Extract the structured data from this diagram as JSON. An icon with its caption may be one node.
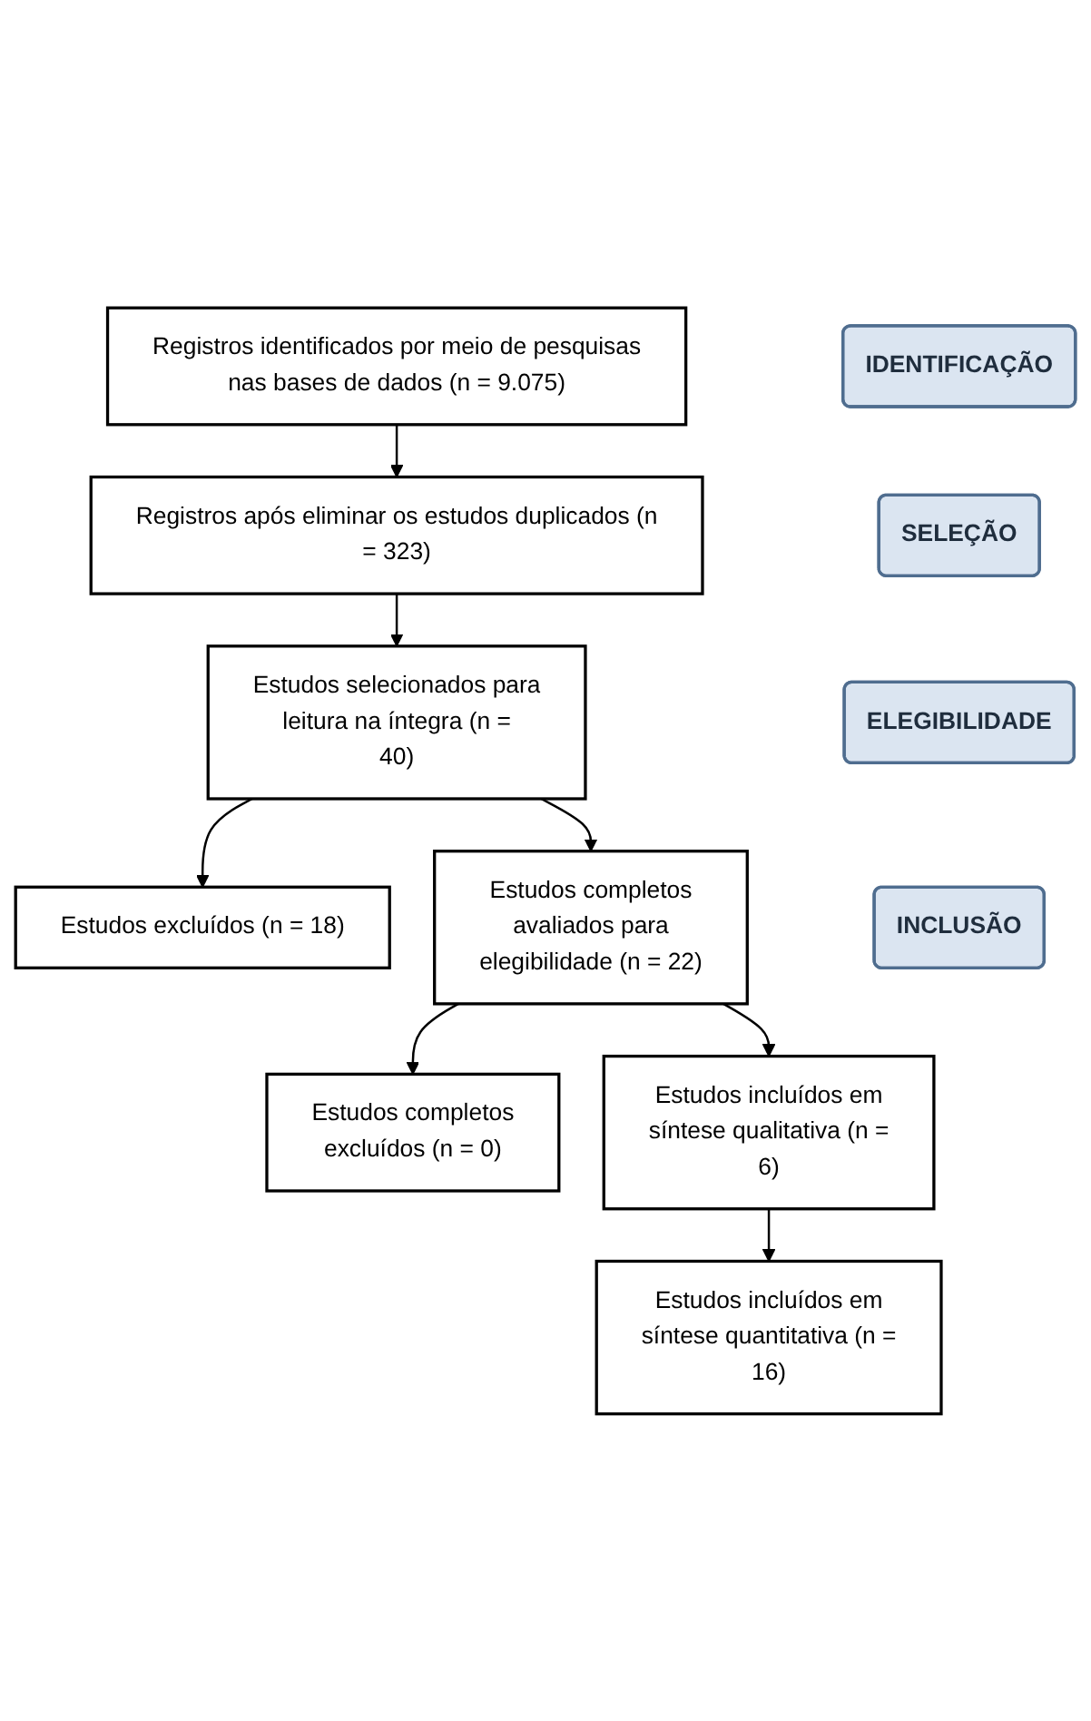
{
  "diagram": {
    "nodes": [
      {
        "text": [
          "IDENTIFICAÇÃO"
        ]
      },
      {
        "text": [
          "Registros identificados por meio de pesquisas nas bases de dados (n = 9.075)"
        ]
      },
      {
        "text": [
          "Registros após eliminar os estudos duplicados (n = 323)"
        ]
      },
      {
        "text": [
          "SELEÇÃO"
        ]
      },
      {
        "text": [
          "Estudos selecionados para leitura na íntegra (n = 40)"
        ]
      },
      {
        "text": [
          "Estudos excluídos (n = 18)"
        ]
      },
      {
        "text": [
          "ELEGIBILIDADE"
        ]
      },
      {
        "text": [
          "Estudos completos avaliados para elegibilidade (n = 22)"
        ]
      },
      {
        "text": [
          "Estudos completos excluídos (n = 0)"
        ]
      },
      {
        "text": [
          "INCLUSÃO"
        ]
      },
      {
        "text": [
          "Estudos incluídos em síntese qualitativa (n = 6)"
        ]
      },
      {
        "text": [
          "Estudos incluídos em síntese quantitativa (n = 16)"
        ]
      }
    ],
    "edges": [
      {
        "from": 1,
        "to": 2,
        "arrow": "to"
      },
      {
        "from": 2,
        "to": 4,
        "arrow": "to"
      },
      {
        "from": 4,
        "to": 5,
        "arrow": "to"
      },
      {
        "from": 4,
        "to": 7,
        "arrow": "to"
      },
      {
        "from": 7,
        "to": 8,
        "arrow": "to"
      },
      {
        "from": 7,
        "to": 10,
        "arrow": "to"
      },
      {
        "from": 10,
        "to": 11,
        "arrow": "to"
      }
    ]
  }
}
